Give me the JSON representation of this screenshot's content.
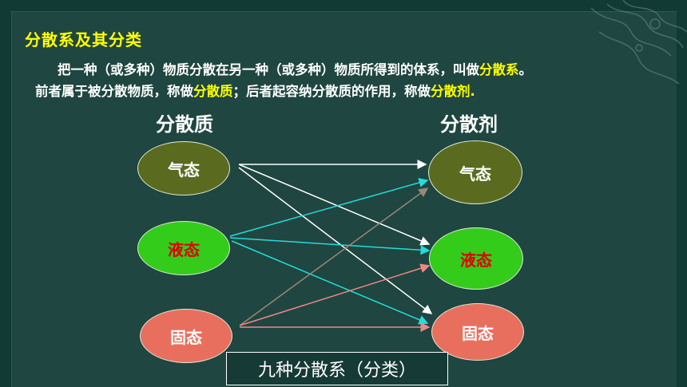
{
  "heading": "分散系及其分类",
  "paragraph": {
    "line1_text": "把一种（或多种）物质分散在另一种（或多种）物质所得到的体系，叫做",
    "line1_term": "分散系",
    "line1_end": "。",
    "line2_a": "前者属于被分散物质，称做",
    "line2_term1": "分散质",
    "line2_b": "；后者起容纳分散质的作用，称做",
    "line2_term2": "分散剂",
    "line2_end": "."
  },
  "dispersed_title": "分散质",
  "medium_title": "分散剂",
  "dispersed": {
    "gas": "气态",
    "liquid": "液态",
    "solid": "固态"
  },
  "medium": {
    "gas": "气态",
    "liquid": "液态",
    "solid": "固态"
  },
  "caption": "九种分散系（分类）",
  "colors": {
    "heading": "#ffff00",
    "gas_arrows": "#ffffff",
    "liquid_arrows": "#22dddd",
    "solid_arrows": "#ee8888",
    "gas_fill": "#5a6b20",
    "liquid_fill": "#33cc1a",
    "solid_fill": "#e86f5e"
  }
}
